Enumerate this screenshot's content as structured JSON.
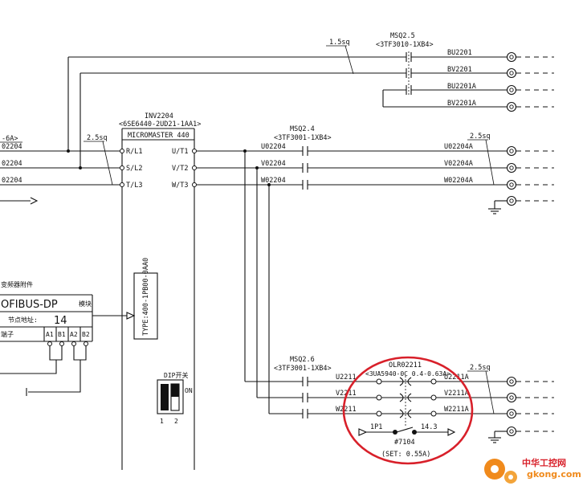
{
  "top_contactor": {
    "designation": "MSQ2.5",
    "type": "<3TF3010-1XB4>",
    "cable": "1.5sq",
    "outputs": [
      "BU2201",
      "BV2201",
      "BU2201A",
      "BV2201A"
    ]
  },
  "inverter": {
    "designation": "INV2204",
    "type": "<6SE6440-2UD21-1AA1>",
    "model": "MICROMASTER 440",
    "inputs": [
      "R/L1",
      "S/L2",
      "T/L3"
    ],
    "outputs": [
      "U/T1",
      "V/T2",
      "W/T3"
    ]
  },
  "left_partial": {
    "label_top": "-6A>",
    "feeds": [
      "02204",
      "02204",
      "02204"
    ]
  },
  "cable_left": "2.5sq",
  "mid_contactor": {
    "designation": "MSQ2.4",
    "type": "<3TF3001-1XB4>",
    "inputs": [
      "U02204",
      "V02204",
      "W02204"
    ],
    "outputs": [
      "U02204A",
      "V02204A",
      "W02204A"
    ],
    "cable": "2.5sq"
  },
  "bottom_contactor": {
    "designation": "MSQ2.6",
    "type": "<3TF3001-1XB4>",
    "inputs": [
      "U2211",
      "V2211",
      "W2211"
    ]
  },
  "overload": {
    "designation": "OLR02211",
    "type": "<3UA5940-0C 0.4-0.63A>",
    "outputs": [
      "U2211A",
      "V2211A",
      "W2211A"
    ],
    "cable": "2.5sq",
    "aux_left": "1P1",
    "aux_right": "14.3",
    "node": "#7104",
    "setting": "(SET: 0.55A)"
  },
  "profibus": {
    "header": "变频器附件",
    "name": "OFIBUS-DP",
    "name_suffix": "模块",
    "address_label": "节点地址:",
    "address": "14",
    "terminal_label": "端子",
    "pins": [
      "A1",
      "B1",
      "A2",
      "B2"
    ]
  },
  "option_card": "TYPE:400-1PB00-0AA0",
  "dip": {
    "label": "DIP开关",
    "on": "ON",
    "positions": [
      "1",
      "2"
    ]
  },
  "watermark": {
    "cn": "中华工控网",
    "url": "gkong.com"
  },
  "colors": {
    "highlight": "#d8202a",
    "watermark_orange": "#f08a1c",
    "watermark_red": "#d8202a"
  }
}
